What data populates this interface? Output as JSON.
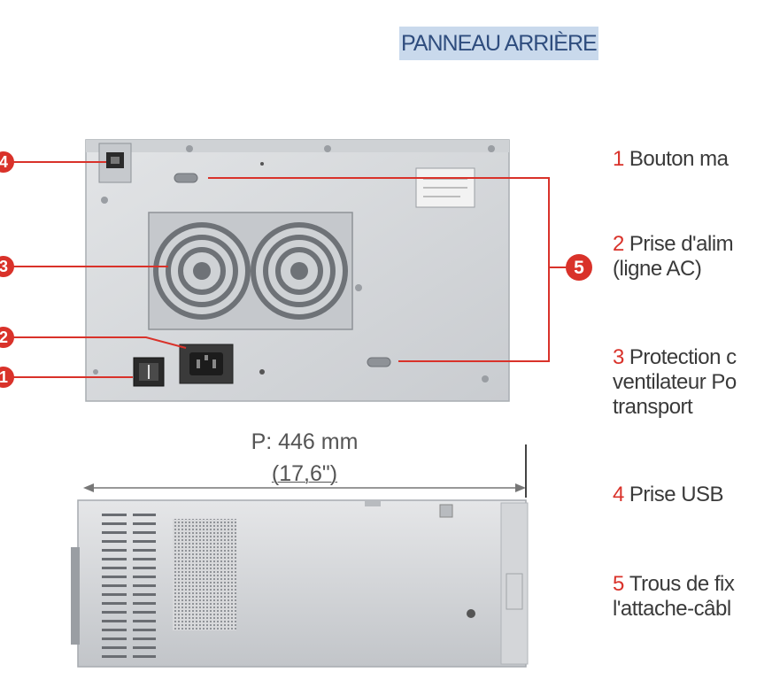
{
  "title": "PANNEAU ARRIÈRE",
  "callouts": [
    "4",
    "3",
    "2",
    "1",
    "5"
  ],
  "legend": [
    {
      "num": "1",
      "lines": [
        "Bouton ma"
      ]
    },
    {
      "num": "2",
      "lines": [
        "Prise d'alim",
        "(ligne AC)"
      ]
    },
    {
      "num": "3",
      "lines": [
        "Protection c",
        "ventilateur Po",
        "transport"
      ]
    },
    {
      "num": "4",
      "lines": [
        "Prise USB"
      ]
    },
    {
      "num": "5",
      "lines": [
        "Trous de fix",
        "l'attache-câbl"
      ]
    }
  ],
  "dimension": {
    "line1": "P: 446 mm",
    "line2": "(17,6\")"
  },
  "colors": {
    "accent": "#d9322a",
    "title_bg": "#c9d9ec",
    "title_text": "#2f4d7e",
    "panel": "#d6d8da"
  }
}
